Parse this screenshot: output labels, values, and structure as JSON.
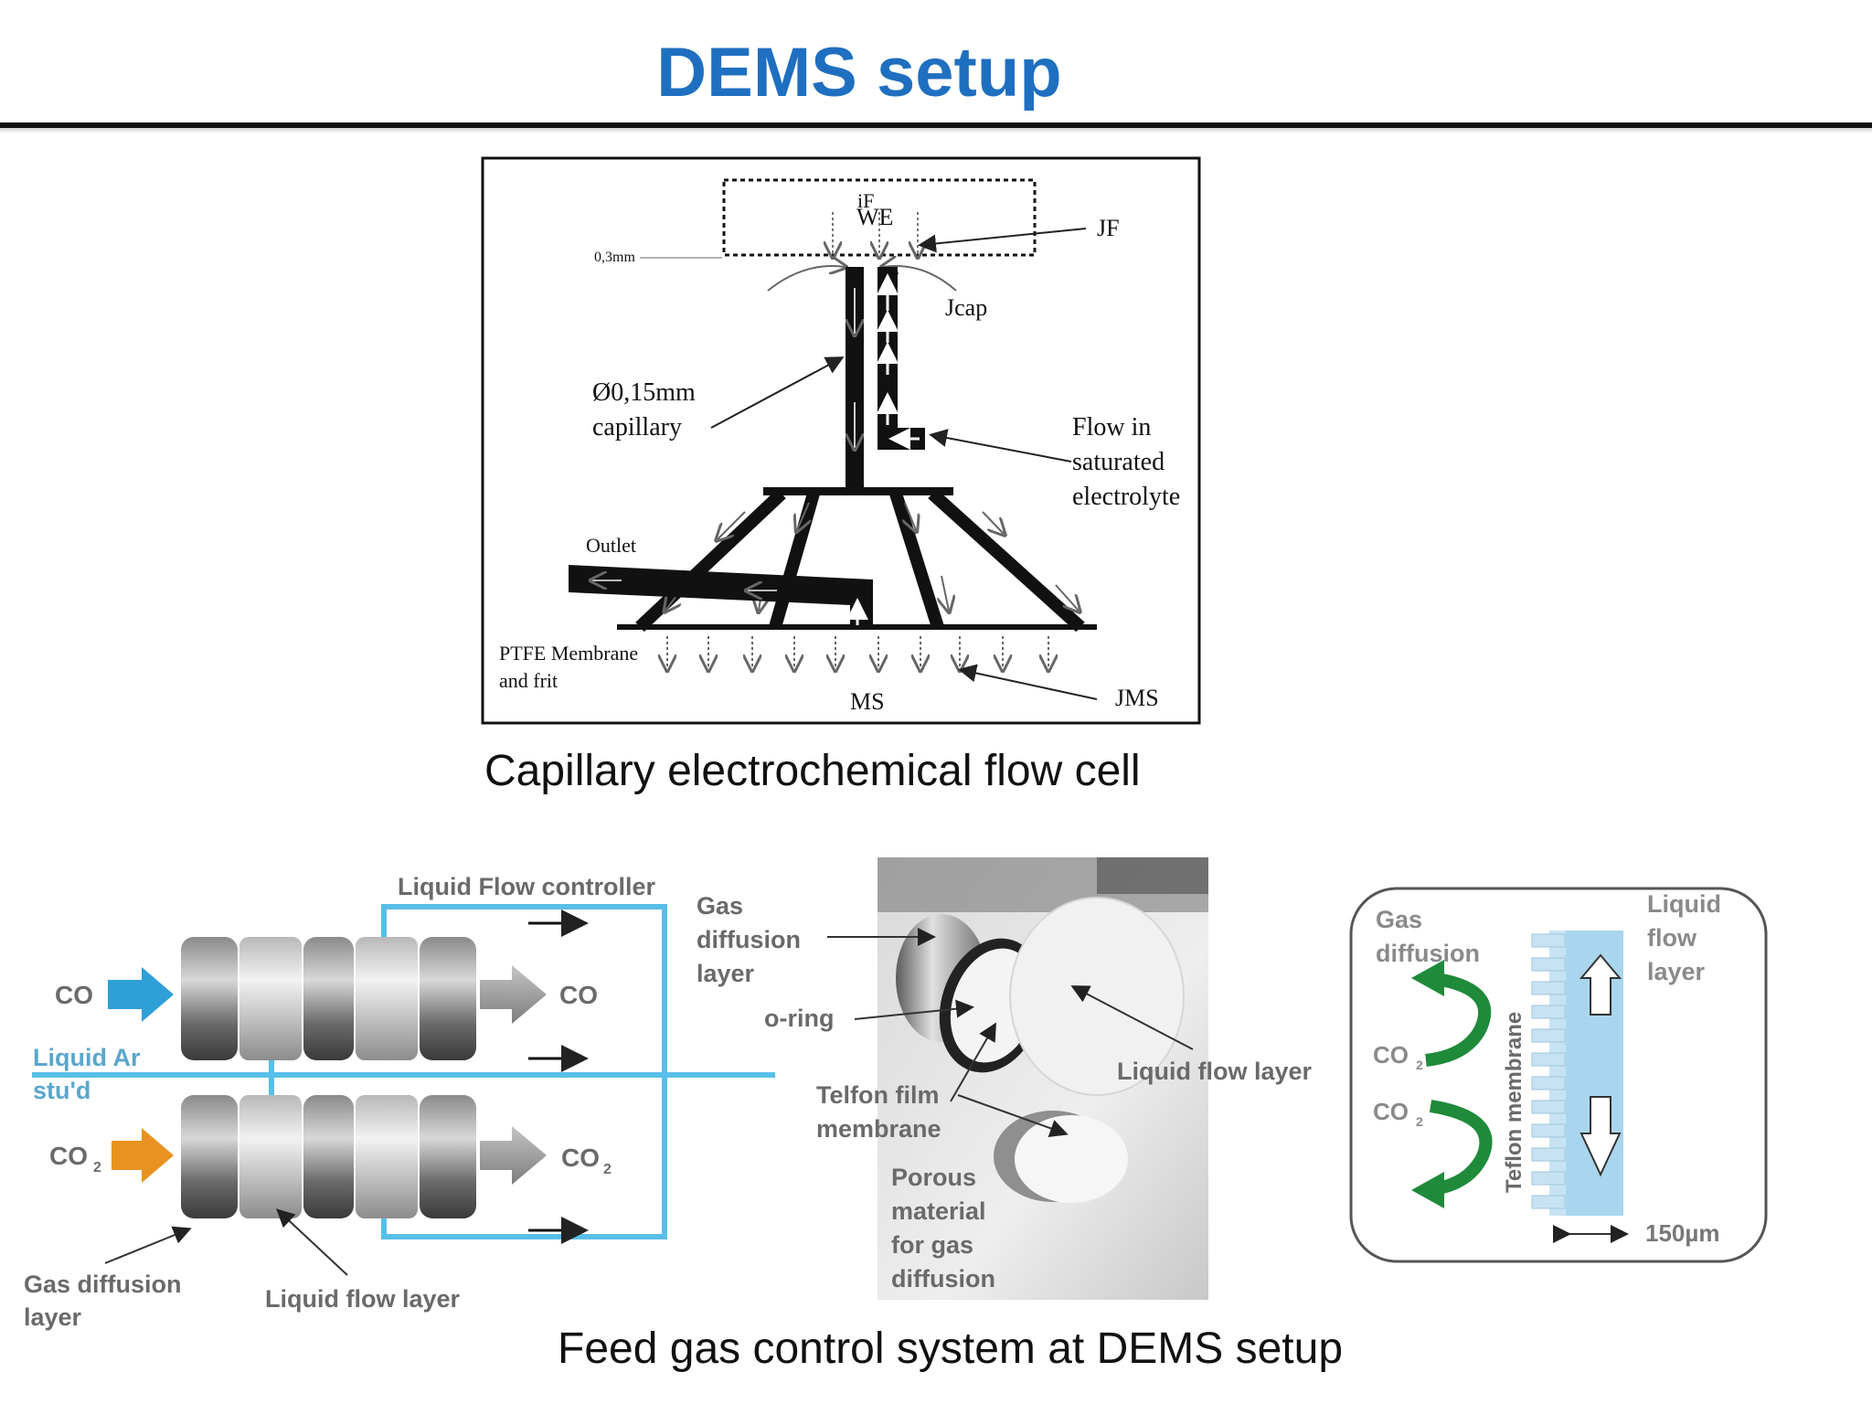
{
  "slide": {
    "title": "DEMS setup",
    "caption_top": "Capillary electrochemical flow cell",
    "caption_bottom": "Feed gas control system at DEMS setup"
  },
  "capillary_cell": {
    "labels": {
      "iF": "iF",
      "WE": "WE",
      "JF": "JF",
      "gap": "0,3mm",
      "Jcap": "Jcap",
      "capillary_line1": "Ø0,15mm",
      "capillary_line2": "capillary",
      "flow_line1": "Flow in",
      "flow_line2": "saturated",
      "flow_line3": "electrolyte",
      "outlet": "Outlet",
      "ptfe_line1": "PTFE Membrane",
      "ptfe_line2": "and frit",
      "ms": "MS",
      "JMS": "JMS"
    }
  },
  "feed_gas_system": {
    "labels": {
      "liquid_flow_controller": "Liquid Flow controller",
      "co_in": "CO",
      "co_out": "CO",
      "liquid_ar_line1": "Liquid Ar",
      "liquid_ar_line2": "stu'd",
      "co2_in": "CO",
      "co2_out": "CO",
      "gas_diffusion_layer_line1": "Gas diffusion",
      "gas_diffusion_layer_line2": "layer",
      "liquid_flow_layer": "Liquid flow layer"
    },
    "colors": {
      "co_arrow": "#2f9fd8",
      "co2_arrow": "#e8921f",
      "tube": "#58bfe8"
    }
  },
  "photo_annotations": {
    "gas_diffusion_line1": "Gas",
    "gas_diffusion_line2": "diffusion",
    "gas_diffusion_line3": "layer",
    "o_ring": "o-ring",
    "telfon_line1": "Telfon film",
    "telfon_line2": "membrane",
    "porous_line1": "Porous",
    "porous_line2": "material",
    "porous_line3": "for gas",
    "porous_line4": "diffusion",
    "liquid_flow_layer": "Liquid flow layer"
  },
  "membrane_schematic": {
    "gas_diffusion_line1": "Gas",
    "gas_diffusion_line2": "diffusion",
    "liquid_line1": "Liquid",
    "liquid_line2": "flow",
    "liquid_line3": "layer",
    "co2_top": "CO",
    "co2_bottom": "CO",
    "membrane_label": "Teflon membrane",
    "scale": "150µm",
    "colors": {
      "arrow": "#1e8a3a",
      "liquid": "#a9d6ee"
    }
  }
}
